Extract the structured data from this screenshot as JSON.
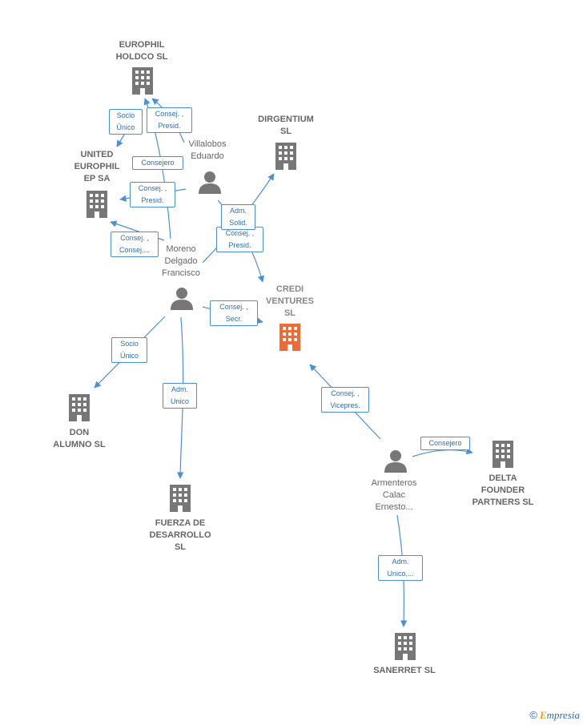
{
  "colors": {
    "arrow": "#4a90d9",
    "node_gray": "#777777",
    "highlight": "#f06a35",
    "edge_text": "#2f6fb5"
  },
  "nodes": {
    "europhil_holdco": {
      "label": "EUROPHIL\nHOLDCO SL",
      "icon": "building-icon"
    },
    "dirgentium": {
      "label": "DIRGENTIUM\nSL",
      "icon": "building-icon"
    },
    "united_europhil": {
      "label": "UNITED\nEUROPHIL\nEP SA",
      "icon": "building-icon"
    },
    "villalobos": {
      "label": "Villalobos\nEduardo",
      "icon": "person-icon"
    },
    "moreno": {
      "label": "Moreno\nDelgado\nFrancisco",
      "icon": "person-icon"
    },
    "credi_ventures": {
      "label": "CREDI\nVENTURES\nSL",
      "icon": "building-icon",
      "highlight": true
    },
    "don_alumno": {
      "label": "DON\nALUMNO SL",
      "icon": "building-icon"
    },
    "fuerza": {
      "label": "FUERZA DE\nDESARROLLO\nSL",
      "icon": "building-icon"
    },
    "armenteros": {
      "label": "Armenteros\nCalac\nErnesto...",
      "icon": "person-icon"
    },
    "delta_founder": {
      "label": "DELTA\nFOUNDER\nPARTNERS  SL",
      "icon": "building-icon"
    },
    "sanerret": {
      "label": "SANERRET  SL",
      "icon": "building-icon"
    }
  },
  "edges": {
    "e1": "Socio\nÚnico",
    "e2": "Consej. ,\nPresid.",
    "e3": "Consejero",
    "e4": "Consej. ,\nPresid.",
    "e5": "Consej. ,\nConsej....",
    "e6": "Adm.\nSolid.",
    "e7": "Consej. ,\nPresid.",
    "e8": "Consej. ,\nSecr.",
    "e9": "Socio\nÚnico",
    "e10": "Adm.\nUnico",
    "e11": "Consej. ,\nVicepres.",
    "e12": "Consejero",
    "e13": "Adm.\nUnico,..."
  },
  "brand": {
    "copyright": "©",
    "initial": "E",
    "rest": "mpresia"
  }
}
